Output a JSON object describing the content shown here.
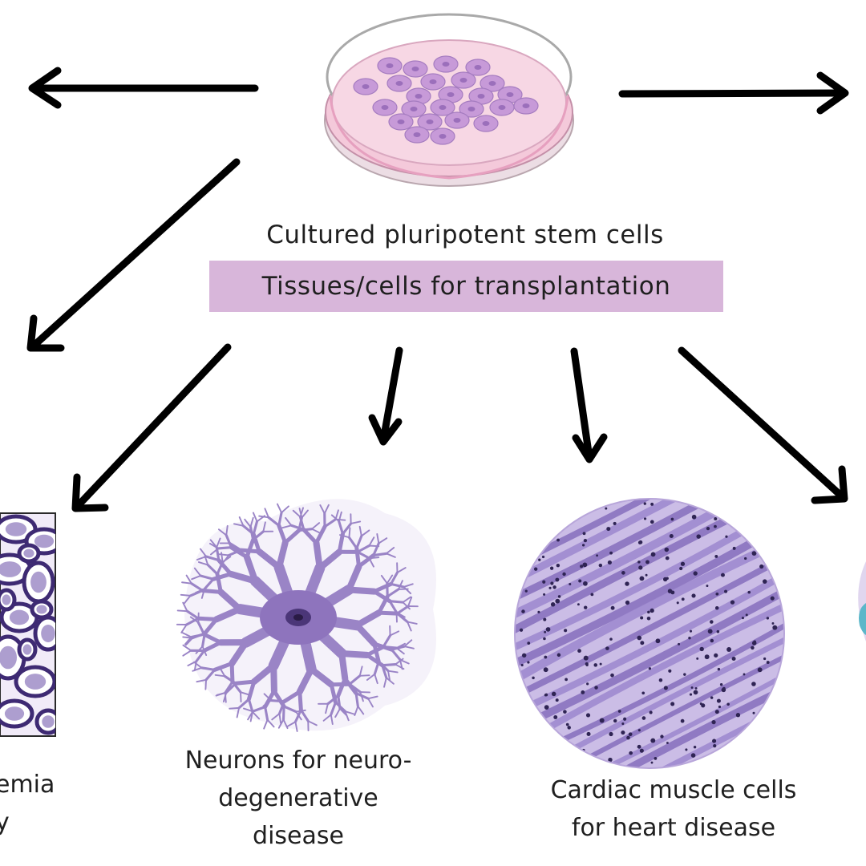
{
  "source_label": "Cultured pluripotent stem cells",
  "target_banner": "Tissues/cells for transplantation",
  "captions": {
    "blood": {
      "lines": [
        "emia",
        "y"
      ]
    },
    "neurons": {
      "lines": [
        "Neurons for  neuro-",
        "degenerative",
        "disease"
      ]
    },
    "cardiac": {
      "lines": [
        "Cardiac muscle cells",
        "for heart disease"
      ]
    }
  },
  "colors": {
    "arrow": "#000000",
    "banner": "#d8b6da",
    "cell_purple": "#9b7fc2",
    "dish_fill": "#f6cfe0",
    "cardiac_bg": "#cbbde6",
    "neuron": "#9a84c6"
  },
  "icons": {
    "dish": "petri-dish-icon",
    "blood": "blood-cells-illustration",
    "neuron": "neuron-illustration",
    "cardiac": "cardiac-tissue-illustration",
    "edge": "partial-cell-illustration"
  }
}
